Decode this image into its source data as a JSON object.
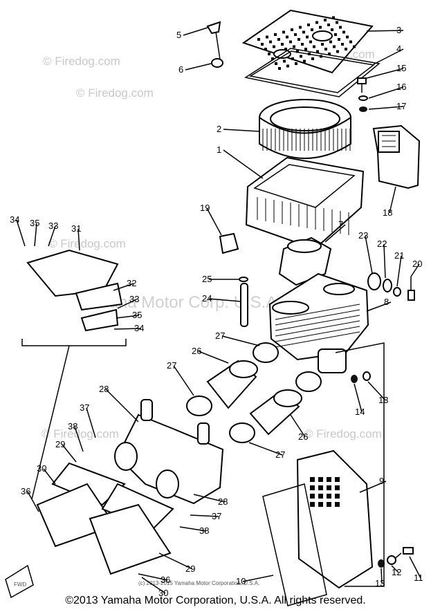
{
  "watermarks": [
    "© Firedog.com",
    "© Firedog.com",
    "© Firedog.com",
    "Yamaha Motor Corp. U.S.A.",
    "© Firedog.com",
    "© Firedog.com",
    "© Firedog.com"
  ],
  "small_copyright": "(c) 2013-2015 Yamaha Motor Corporation, U.S.A.",
  "fwd_label": "FWD",
  "callouts": [
    "5",
    "6",
    "3",
    "4",
    "15",
    "16",
    "17",
    "2",
    "1",
    "18",
    "19",
    "7",
    "23",
    "22",
    "21",
    "20",
    "34",
    "35",
    "33",
    "31",
    "32",
    "33",
    "35",
    "34",
    "25",
    "24",
    "8",
    "27",
    "26",
    "13",
    "14",
    "27",
    "28",
    "37",
    "38",
    "29",
    "30",
    "36",
    "28",
    "27",
    "26",
    "9",
    "37",
    "38",
    "29",
    "30",
    "36",
    "10",
    "11",
    "12",
    "13"
  ],
  "footer": "©2013 Yamaha Motor Corporation, U.S.A. All rights reserved."
}
